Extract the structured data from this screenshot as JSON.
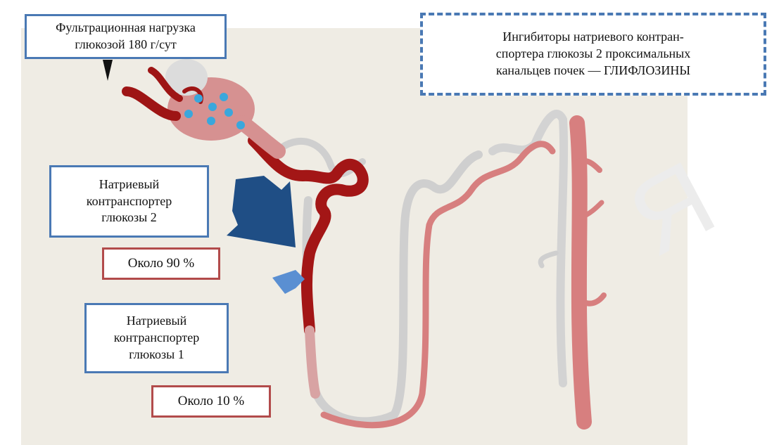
{
  "colors": {
    "label_border_blue": "#4a79b4",
    "label_border_red": "#b24b4b",
    "arrow_dark": "#1f4e85",
    "arrow_light": "#5a8fd2",
    "tubule_dark_red": "#a31616",
    "tubule_pink": "#d77f7f",
    "tubule_grey": "#cfcfcf",
    "glucose_dot": "#3aa7dc",
    "background": "#efece4"
  },
  "labels": {
    "filtration_load": "Фультрационная нагрузка\nглюкозой 180 г/сут",
    "inhibitors": "Ингибиторы натриевого контран-\nспортера глюкозы 2 проксимальных\nканальцев почек — ГЛИФЛОЗИНЫ",
    "sglt2": "Натриевый\nконтранспортер\nглюкозы 2",
    "about_90": "Около 90 %",
    "sglt1": "Натриевый\nконтранспортер\nглюкозы 1",
    "about_10": "Около 10 %"
  },
  "icons": {
    "sglt2_arrow": "large-down-right-arrow",
    "sglt1_arrow": "small-right-arrow",
    "filtration_pointer": "down-pointer-triangle"
  }
}
